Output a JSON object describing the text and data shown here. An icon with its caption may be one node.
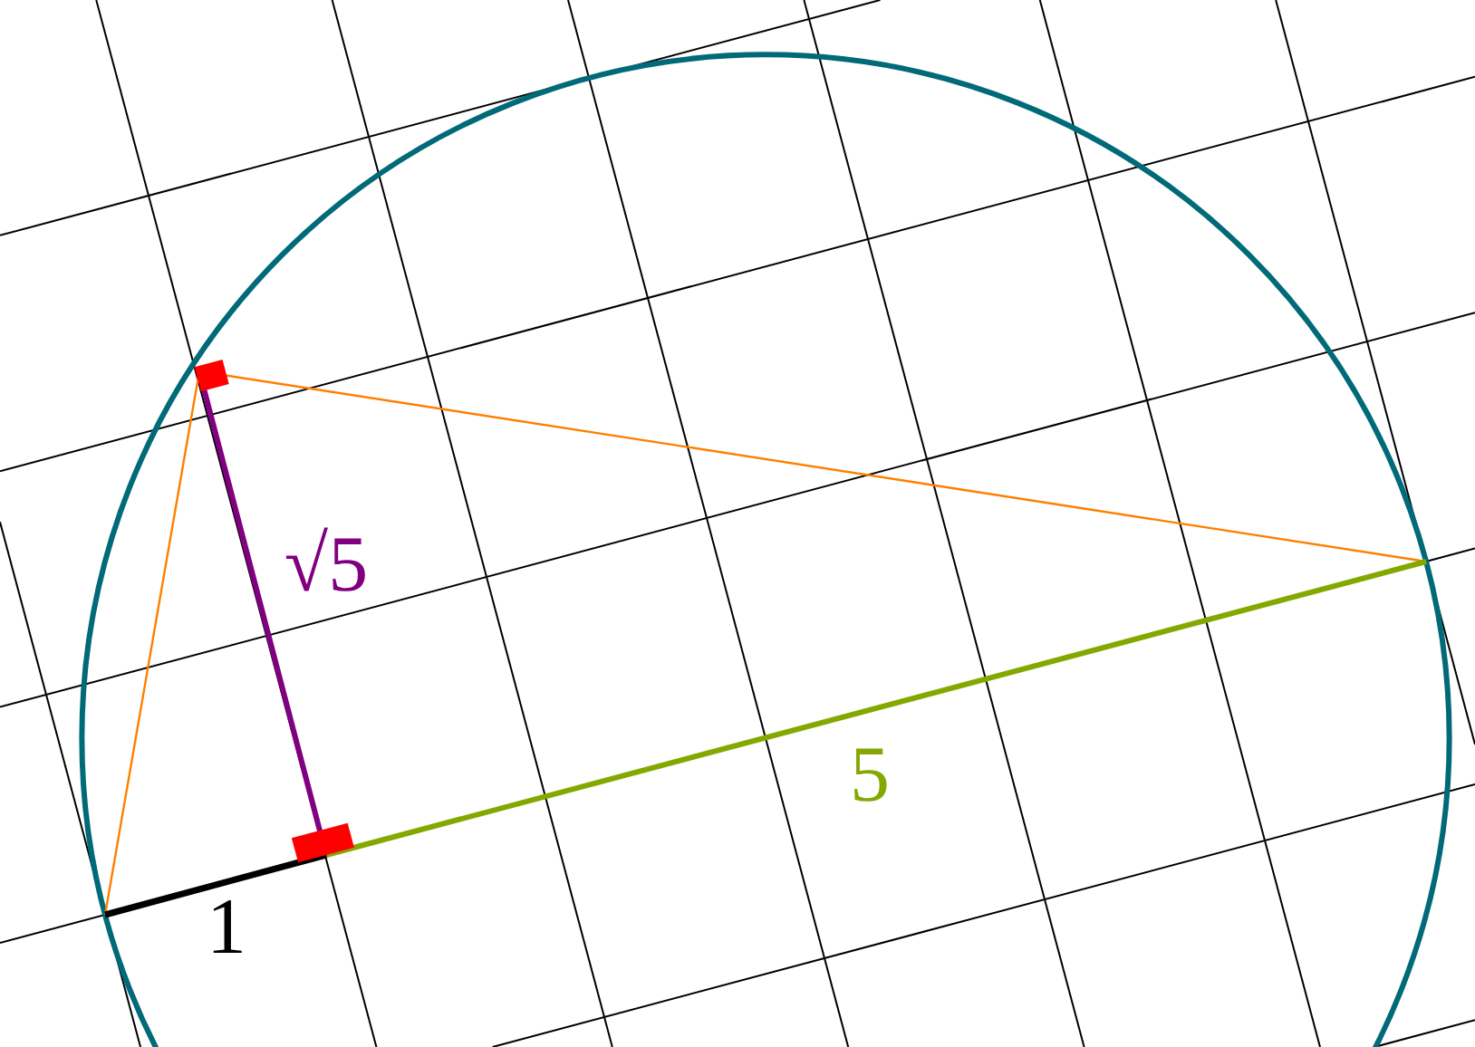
{
  "diagram": {
    "labels": [
      "1",
      "√5",
      "5"
    ]
  }
}
